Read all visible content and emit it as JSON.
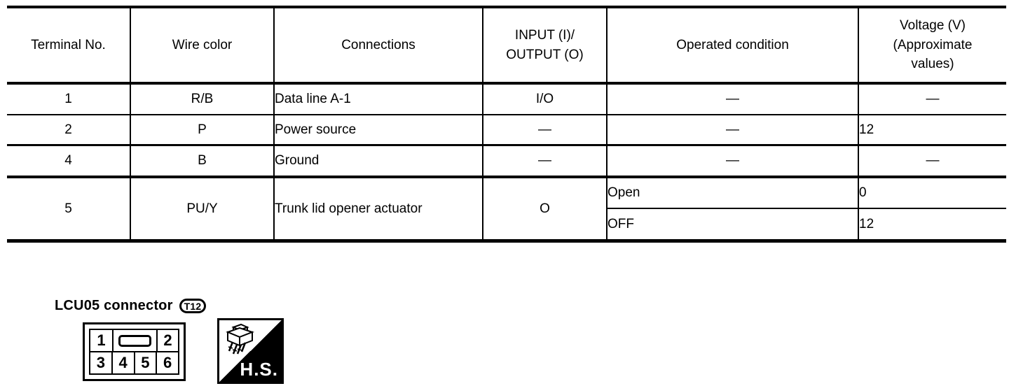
{
  "table": {
    "headers": {
      "terminal": "Terminal No.",
      "wire": "Wire color",
      "connections": "Connections",
      "io": "INPUT (I)/\nOUTPUT (O)",
      "condition": "Operated condition",
      "voltage": "Voltage (V)\n(Approximate\nvalues)"
    },
    "rows": [
      {
        "terminal": "1",
        "wire": "R/B",
        "connection": "Data line A-1",
        "io": "I/O",
        "condition": "—",
        "voltage": "—"
      },
      {
        "terminal": "2",
        "wire": "P",
        "connection": "Power source",
        "io": "—",
        "condition": "—",
        "voltage": "12"
      },
      {
        "terminal": "4",
        "wire": "B",
        "connection": "Ground",
        "io": "—",
        "condition": "—",
        "voltage": "—"
      },
      {
        "terminal": "5",
        "wire": "PU/Y",
        "connection": "Trunk lid opener actuator",
        "io": "O",
        "sub_rows": [
          {
            "condition": "Open",
            "voltage": "0"
          },
          {
            "condition": "OFF",
            "voltage": "12"
          }
        ]
      }
    ]
  },
  "footer": {
    "connector_label": "LCU05 connector",
    "connector_badge": "T12",
    "pins": [
      "1",
      "2",
      "3",
      "4",
      "5",
      "6"
    ],
    "hs_label": "H.S."
  },
  "colors": {
    "ink": "#000000",
    "paper": "#ffffff"
  }
}
